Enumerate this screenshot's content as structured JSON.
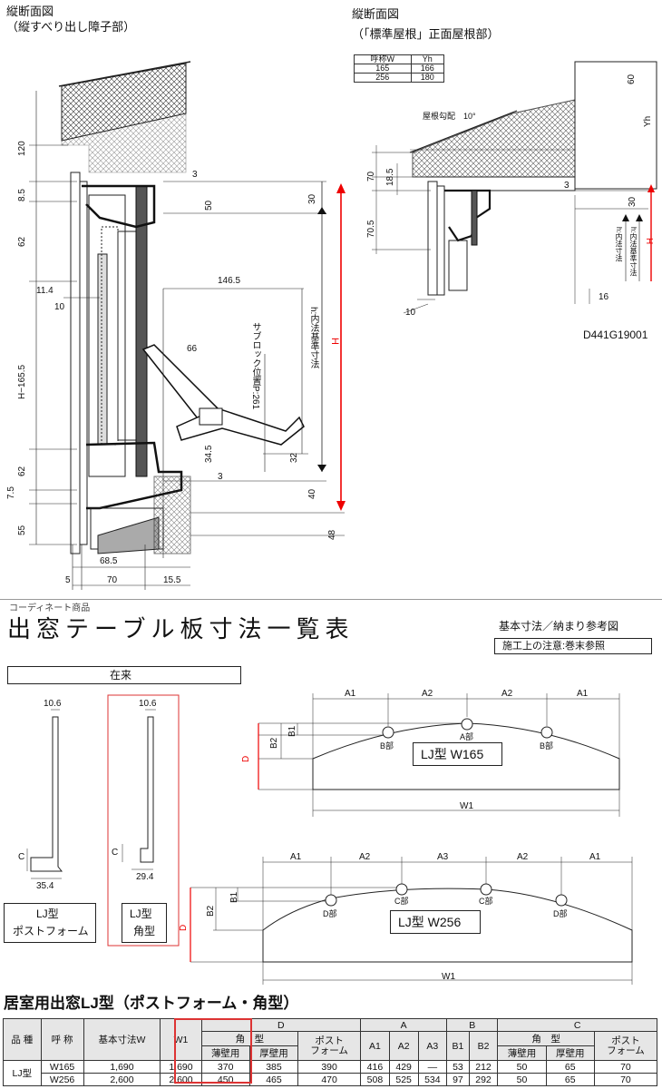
{
  "left_section": {
    "title_line1": "縦断面図",
    "title_line2": "（縦すべり出し障子部）"
  },
  "right_section": {
    "title_line1": "縦断面図",
    "title_line2": "（「標準屋根」正面屋根部）"
  },
  "yh_table": {
    "headers": [
      "呼称W",
      "Yh"
    ],
    "rows": [
      [
        "165",
        "166"
      ],
      [
        "256",
        "180"
      ]
    ]
  },
  "left_dims": {
    "d120": "120",
    "d8_5": "8.5",
    "d62a": "62",
    "d11_4": "11.4",
    "d10": "10",
    "dH165": "H−165.5",
    "d62b": "62",
    "d7_5": "7.5",
    "d55": "55",
    "d3": "3",
    "d50": "50",
    "d146_5": "146.5",
    "d66": "66",
    "d34_5": "34.5",
    "d3b": "3",
    "d32": "32",
    "d68_5": "68.5",
    "d5": "5",
    "d70": "70",
    "d15_5": "15.5",
    "d30": "30",
    "d40": "40",
    "d48": "48",
    "sublock": "サブロック位置P:261",
    "h_inner": "h:内法基準寸法",
    "H": "H"
  },
  "right_dims": {
    "d60": "60",
    "yh": "Yh",
    "pitch": "屋根勾配　10°",
    "d70": "70",
    "d18_5": "18.5",
    "d70_5": "70.5",
    "d10": "10",
    "d3": "3",
    "d30": "30",
    "d16": "16",
    "h_inner": "h:内法寸法",
    "h_base": "h:内法基準寸法",
    "H": "H",
    "code": "D441G19001"
  },
  "catalog": {
    "coordinate": "コーディネート商品",
    "heading": "出窓テーブル板寸法一覧表",
    "ref_title": "基本寸法／納まり参考図",
    "ref_note": "施工上の注意:巻末参照",
    "existing_label": "在来"
  },
  "profiles": {
    "post": {
      "top": "10.6",
      "c": "C",
      "bottom": "35.4",
      "name1": "LJ型",
      "name2": "ポストフォーム"
    },
    "kaku": {
      "top": "10.6",
      "c": "C",
      "bottom": "29.4",
      "name1": "LJ型",
      "name2": "角型"
    }
  },
  "plate165": {
    "a1": "A1",
    "a2": "A2",
    "a2b": "A2",
    "a1b": "A1",
    "b1": "B1",
    "b2": "B2",
    "d": "D",
    "b_left": "B部",
    "a_mid": "A部",
    "b_right": "B部",
    "name": "LJ型 W165",
    "w1": "W1"
  },
  "plate256": {
    "a1": "A1",
    "a2": "A2",
    "a3": "A3",
    "a2b": "A2",
    "a1b": "A1",
    "b1": "B1",
    "b2": "B2",
    "d": "D",
    "d_left": "D部",
    "c_left": "C部",
    "c_right": "C部",
    "d_right": "D部",
    "name": "LJ型 W256",
    "w1": "W1"
  },
  "table": {
    "title": "居室用出窓LJ型（ポストフォーム・角型）",
    "h": {
      "hinshu": "品 種",
      "yobi": "呼 称",
      "kihon": "基本寸法W",
      "w1": "W1",
      "D": "D",
      "kaku": "角　型",
      "usu": "薄壁用",
      "atsu": "厚壁用",
      "post": "ポスト\nフォーム",
      "A": "A",
      "A1": "A1",
      "A2": "A2",
      "A3": "A3",
      "B": "B",
      "B1": "B1",
      "B2": "B2",
      "C": "C",
      "ckaku": "角　型",
      "cusu": "薄壁用",
      "catsu": "厚壁用",
      "cpost": "ポスト\nフォーム"
    },
    "product": "LJ型",
    "rows": [
      [
        "W165",
        "1,690",
        "1,690",
        "370",
        "385",
        "390",
        "416",
        "429",
        "—",
        "53",
        "212",
        "50",
        "65",
        "70"
      ],
      [
        "W256",
        "2,600",
        "2,600",
        "450",
        "465",
        "470",
        "508",
        "525",
        "534",
        "97",
        "292",
        "50",
        "65",
        "70"
      ]
    ]
  }
}
